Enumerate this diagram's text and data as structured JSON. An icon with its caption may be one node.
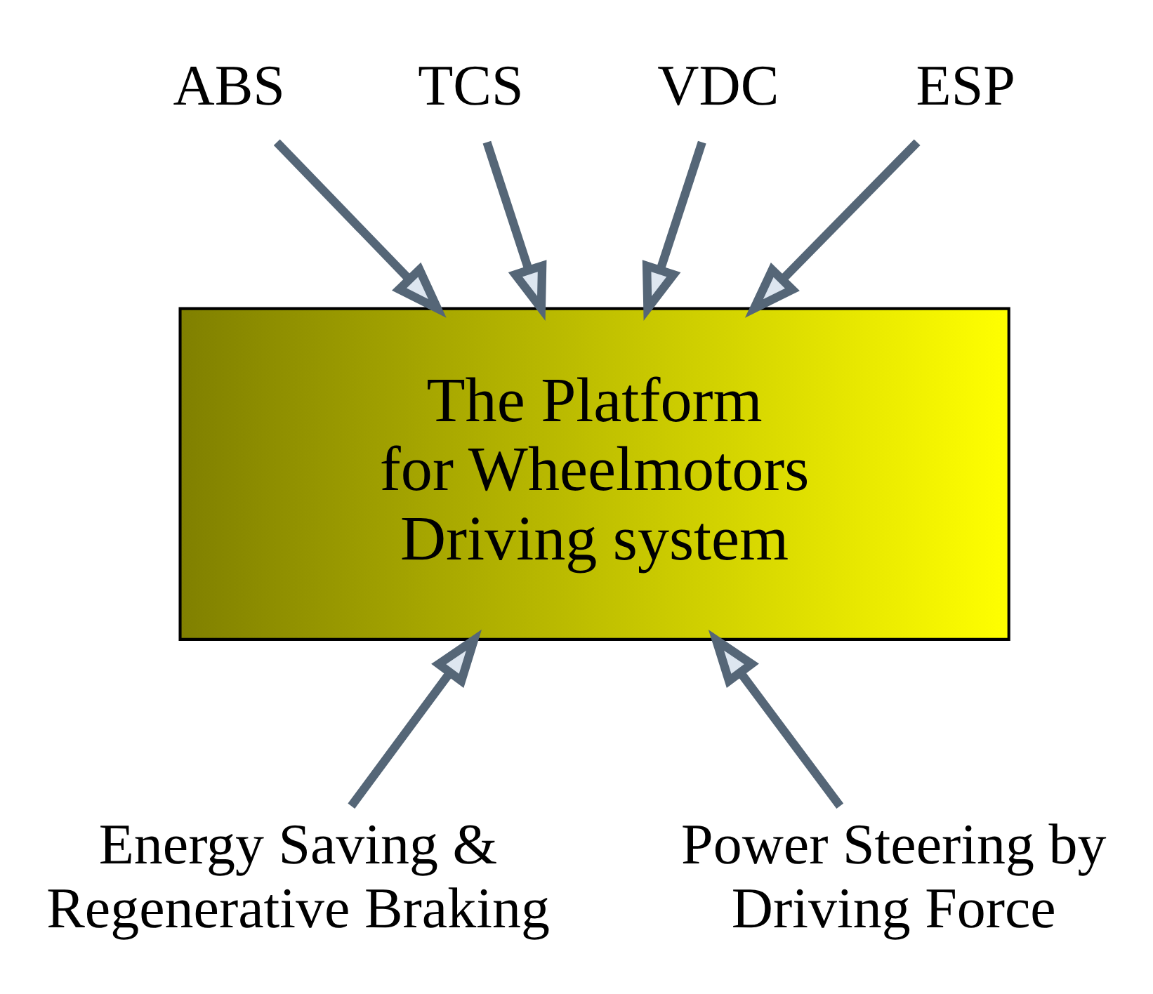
{
  "diagram": {
    "nodes": [
      {
        "text": [
          "The Platform for Wheelmotors Driving system"
        ]
      },
      {
        "text": [
          "ABS"
        ]
      },
      {
        "text": [
          "TCS"
        ]
      },
      {
        "text": [
          "VDC"
        ]
      },
      {
        "text": [
          "ESP"
        ]
      },
      {
        "text": [
          "Energy Saving & Regenerative Braking"
        ]
      },
      {
        "text": [
          "Power Steering by Driving Force"
        ]
      }
    ],
    "edges": [
      {
        "from": 1,
        "to": 0,
        "arrow": "to"
      },
      {
        "from": 2,
        "to": 0,
        "arrow": "to"
      },
      {
        "from": 3,
        "to": 0,
        "arrow": "to"
      },
      {
        "from": 4,
        "to": 0,
        "arrow": "to"
      },
      {
        "from": 5,
        "to": 0,
        "arrow": "to"
      },
      {
        "from": 6,
        "to": 0,
        "arrow": "to"
      }
    ]
  }
}
